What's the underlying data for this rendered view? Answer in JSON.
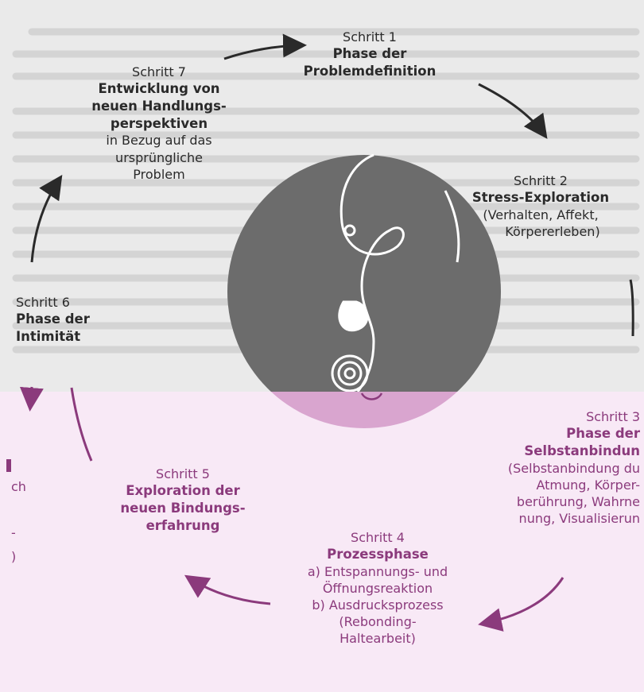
{
  "steps": [
    {
      "num": "Schritt 1",
      "name": [
        "Phase der",
        "Problemdefinition"
      ],
      "desc": []
    },
    {
      "num": "Schritt 2",
      "name": [
        "Stress-Exploration"
      ],
      "desc": [
        "(Verhalten, Affekt,",
        "Körpererleben)"
      ]
    },
    {
      "num": "Schritt 3",
      "name": [
        "Phase der",
        "Selbstanbindun"
      ],
      "desc": [
        "(Selbstanbindung du",
        "Atmung, Körper-",
        "berührung, Wahrne",
        "nung, Visualisierun"
      ]
    },
    {
      "num": "Schritt 4",
      "name": [
        "Prozessphase"
      ],
      "desc": [
        "a) Entspannungs- und",
        "Öffnungsreaktion",
        "b) Ausdrucksprozess",
        "(Rebonding-",
        "Haltearbeit)"
      ]
    },
    {
      "num": "Schritt 5",
      "name": [
        "Exploration der",
        "neuen Bindungs-",
        "erfahrung"
      ],
      "desc": []
    },
    {
      "num": "Schritt 6",
      "name": [
        "Phase der",
        "Intimität"
      ],
      "desc": []
    },
    {
      "num": "Schritt 7",
      "name": [
        "Entwicklung von",
        "neuen Handlungs-",
        "perspektiven"
      ],
      "desc": [
        "in Bezug auf das",
        "ursprüngliche",
        "Problem"
      ]
    }
  ],
  "left_fragments": [
    "ch",
    "-",
    ")"
  ],
  "colors": {
    "top_bg": "#eaeaea",
    "bottom_bg": "#f8e9f6",
    "dark_text": "#2a2a2a",
    "pink_text": "#8b3a7c",
    "circle": "#6c6c6c",
    "circle_pink": "#d9a5cf"
  }
}
